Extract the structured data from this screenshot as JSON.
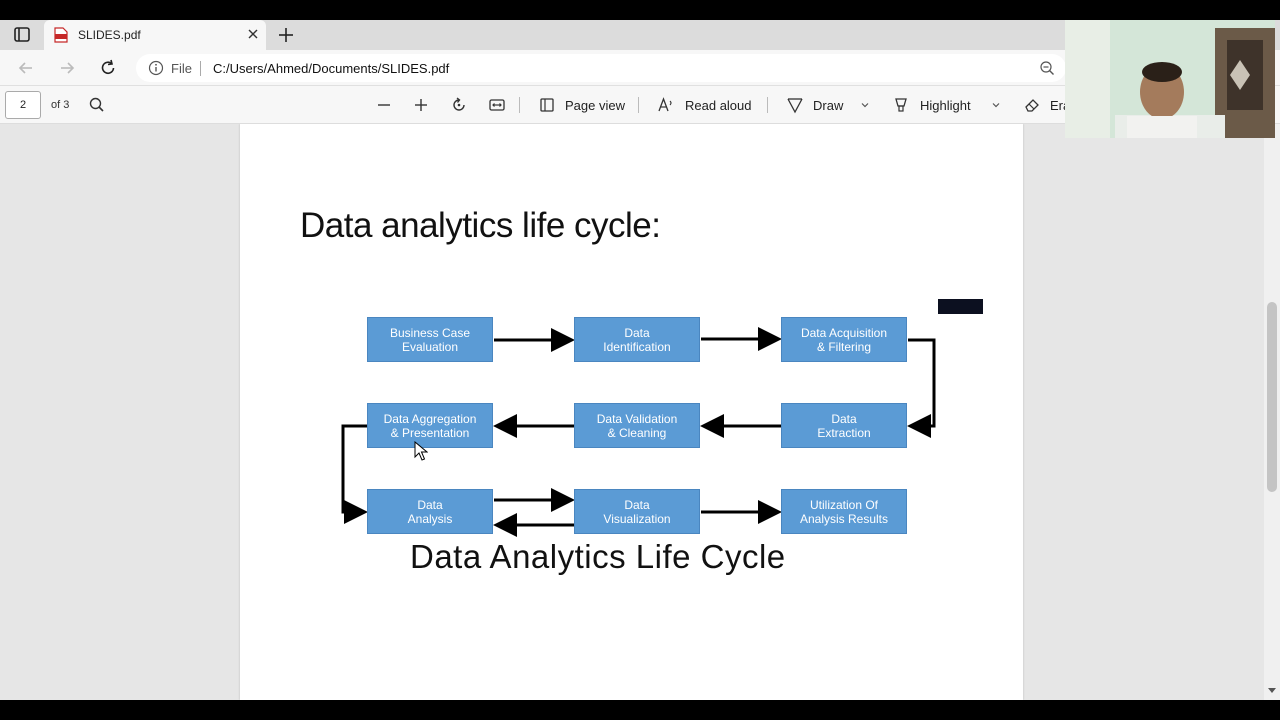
{
  "browser": {
    "tab": {
      "title": "SLIDES.pdf"
    },
    "address": {
      "scheme_label": "File",
      "url": "C:/Users/Ahmed/Documents/SLIDES.pdf"
    }
  },
  "pdf_toolbar": {
    "page_number": "2",
    "page_count": "of 3",
    "page_view_label": "Page view",
    "read_aloud_label": "Read aloud",
    "draw_label": "Draw",
    "highlight_label": "Highlight",
    "erase_label": "Era"
  },
  "slide": {
    "title": "Data analytics life cycle:",
    "caption": "Data Analytics Life Cycle",
    "diagram": {
      "row1": [
        "Business Case\nEvaluation",
        "Data\nIdentification",
        "Data Acquisition\n& Filtering"
      ],
      "row2": [
        "Data Aggregation\n& Presentation",
        "Data Validation\n& Cleaning",
        "Data\nExtraction"
      ],
      "row3": [
        "Data\nAnalysis",
        "Data\nVisualization",
        "Utilization Of\nAnalysis Results"
      ]
    }
  },
  "colors": {
    "box_fill": "#5b9bd5",
    "box_text": "#ffffff",
    "page_background": "#ffffff",
    "viewer_background": "#e6e6e6"
  }
}
